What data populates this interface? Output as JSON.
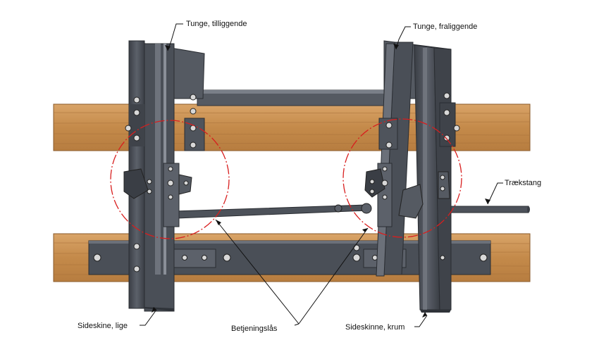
{
  "labels": {
    "tongue_closed": "Tunge, tilliggende",
    "tongue_open": "Tunge, fraliggende",
    "pull_rod": "Trækstang",
    "stock_rail_straight": "Sideskine, lige",
    "operating_lock": "Betjeningslås",
    "stock_rail_curved": "Sideskinne, krum"
  },
  "colors": {
    "wood": "#c98f4f",
    "wood_dark": "#a8713a",
    "steel": "#4a4f57",
    "steel_light": "#6b7079",
    "steel_dark": "#2f3339",
    "highlight_circle": "#d81e1e",
    "leader": "#111111"
  }
}
